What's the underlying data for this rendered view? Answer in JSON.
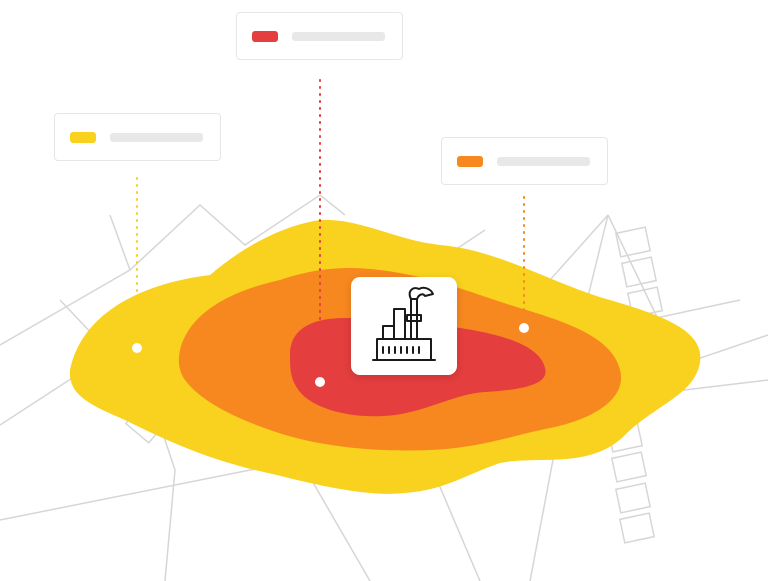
{
  "colors": {
    "background": "#ffffff",
    "map_lines": "#d6d6d6",
    "zone_outer": "#f9d21f",
    "zone_middle": "#f7881f",
    "zone_inner": "#e43e3e",
    "legend_placeholder": "#e8e8e8",
    "icon_stroke": "#1a1a1a"
  },
  "legend": [
    {
      "zone": "outer",
      "color": "#f9d21f"
    },
    {
      "zone": "inner",
      "color": "#e43e3e"
    },
    {
      "zone": "middle",
      "color": "#f7881f"
    }
  ],
  "center_icon": "factory-icon"
}
